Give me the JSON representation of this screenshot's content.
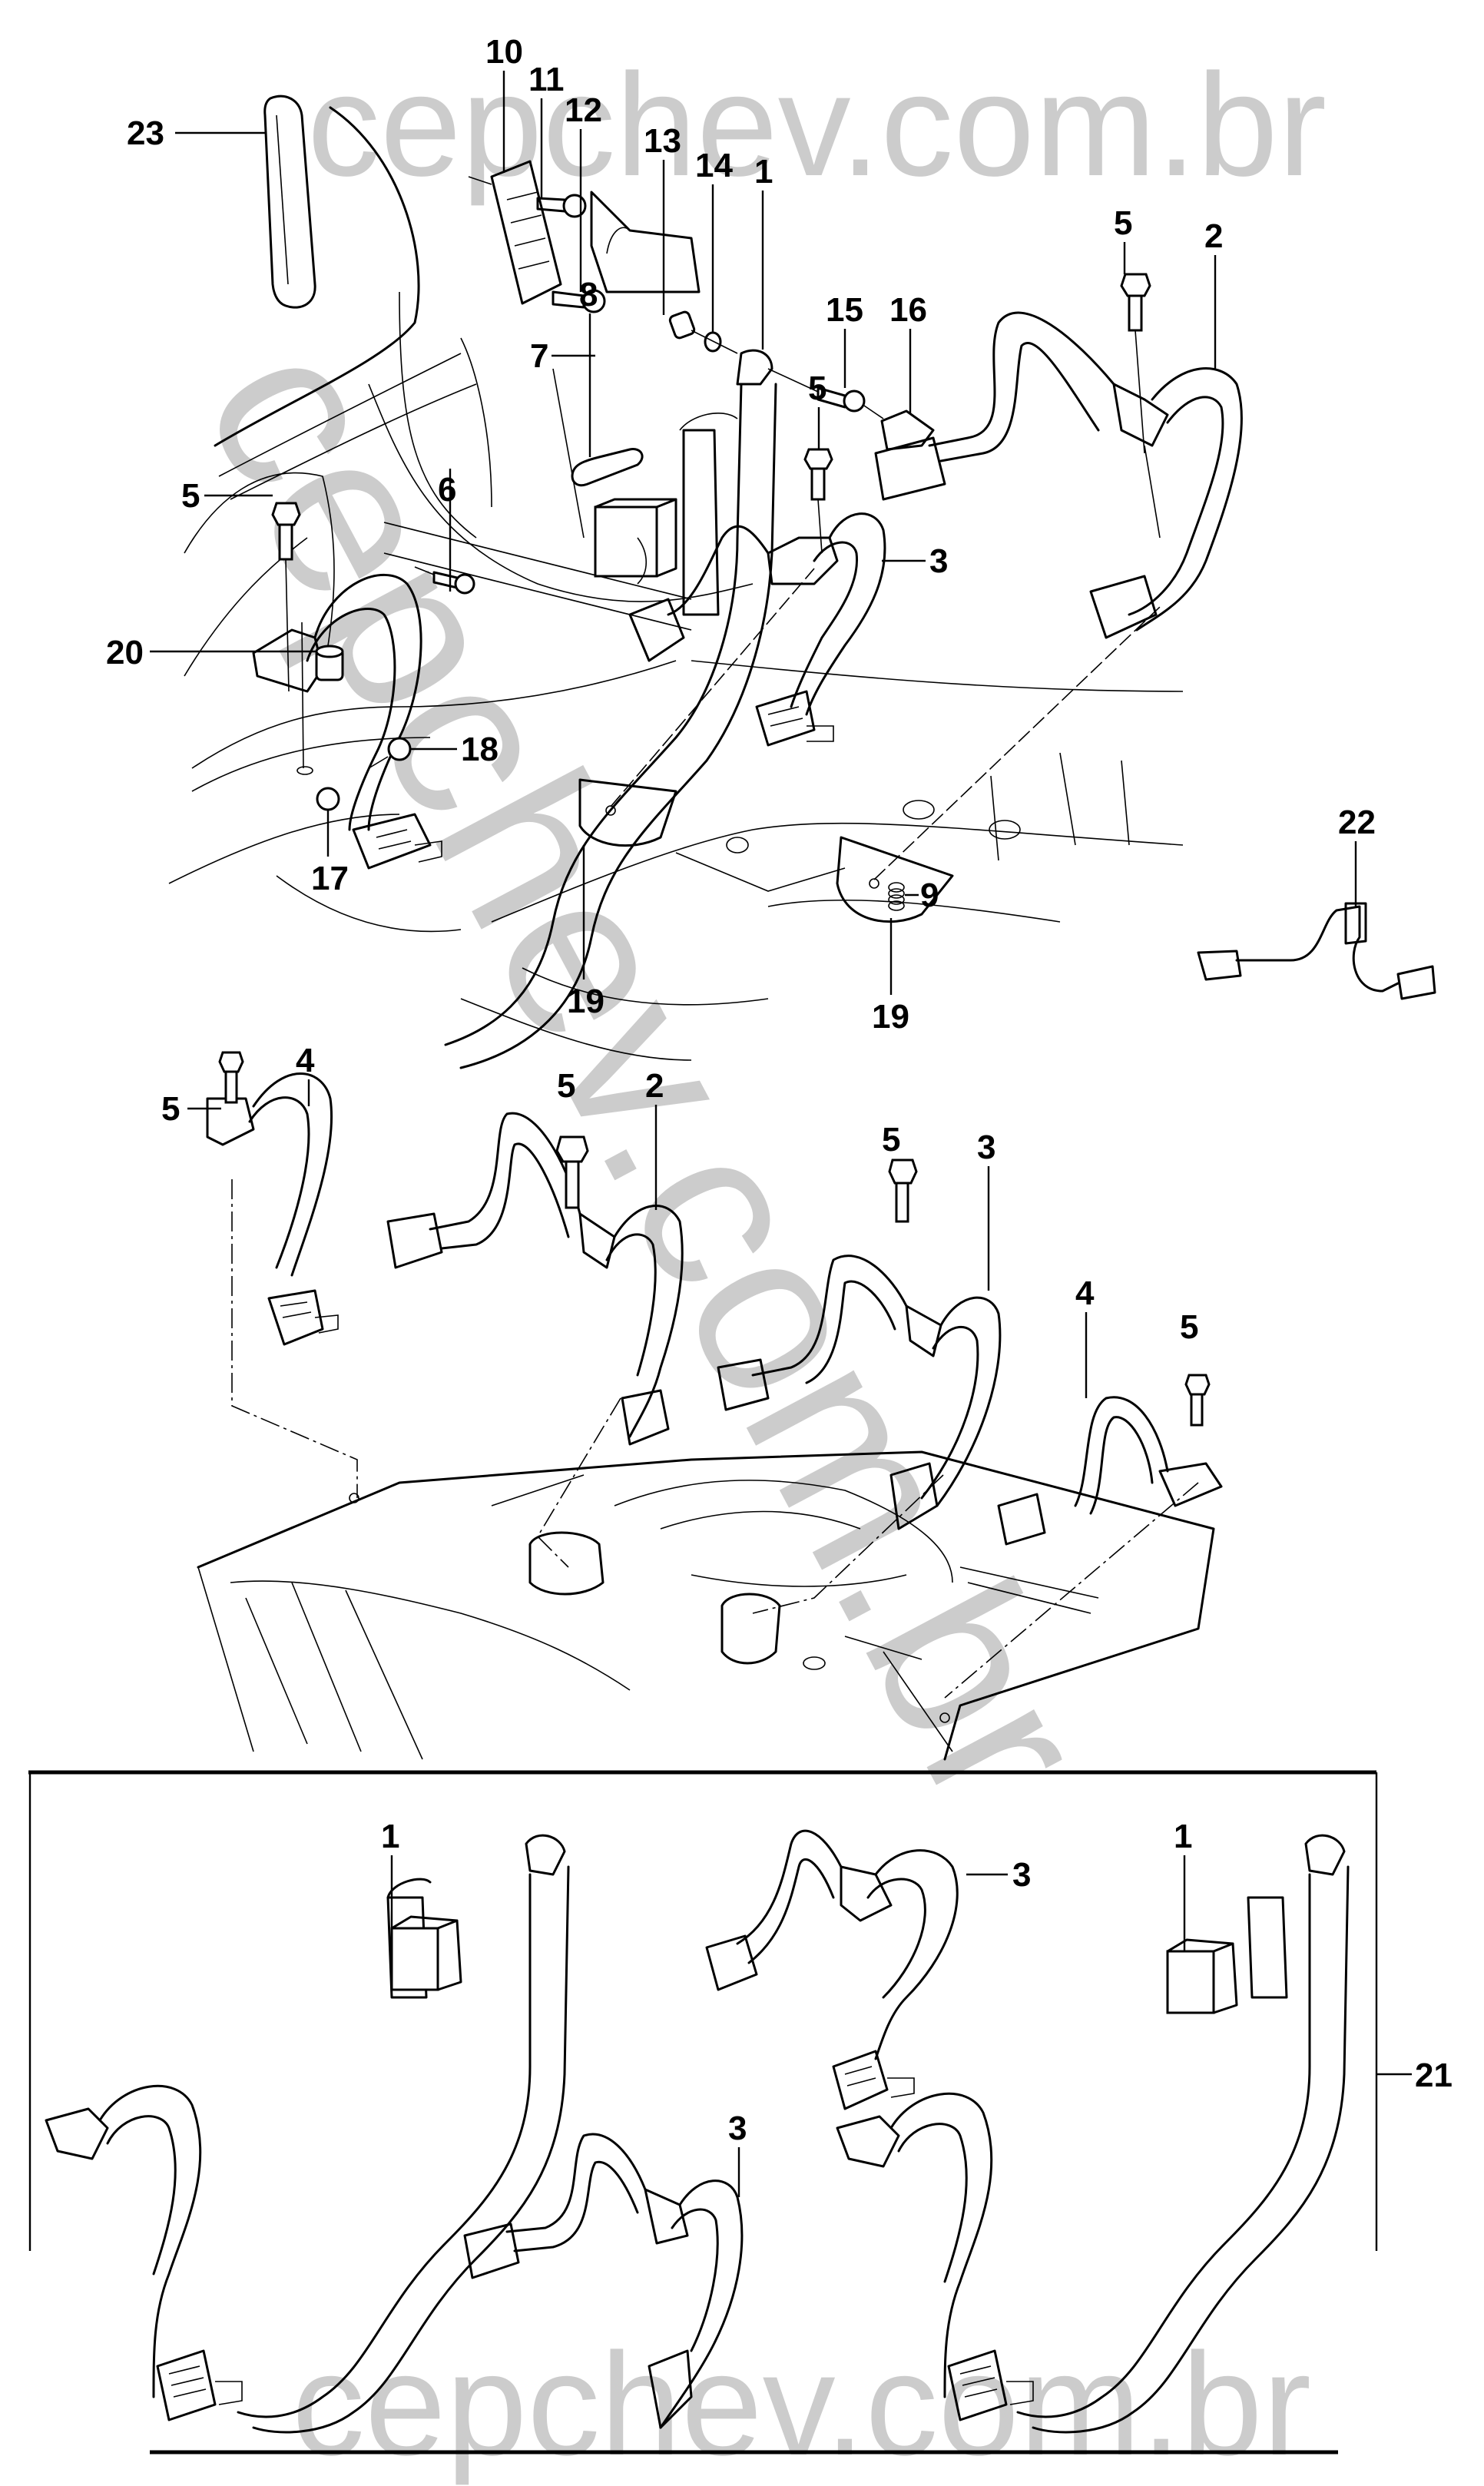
{
  "diagram": {
    "title": "Seat belt assembly exploded view",
    "watermark": {
      "top_text": "cepchev.com.br",
      "bottom_text": "cepchev.com.br",
      "diagonal_text": "cepchev.com.br",
      "color": "#cccccc"
    },
    "sections": {
      "upper": {
        "callouts": [
          {
            "id": "23",
            "label": "23"
          },
          {
            "id": "10",
            "label": "10"
          },
          {
            "id": "11",
            "label": "11"
          },
          {
            "id": "12",
            "label": "12"
          },
          {
            "id": "13",
            "label": "13"
          },
          {
            "id": "14",
            "label": "14"
          },
          {
            "id": "1",
            "label": "1"
          },
          {
            "id": "15",
            "label": "15"
          },
          {
            "id": "16",
            "label": "16"
          },
          {
            "id": "5a",
            "label": "5"
          },
          {
            "id": "2",
            "label": "2"
          },
          {
            "id": "8",
            "label": "8"
          },
          {
            "id": "7",
            "label": "7"
          },
          {
            "id": "5b",
            "label": "5"
          },
          {
            "id": "6",
            "label": "6"
          },
          {
            "id": "5c",
            "label": "5"
          },
          {
            "id": "3",
            "label": "3"
          },
          {
            "id": "20",
            "label": "20"
          },
          {
            "id": "18",
            "label": "18"
          },
          {
            "id": "17",
            "label": "17"
          },
          {
            "id": "19a",
            "label": "19"
          },
          {
            "id": "19b",
            "label": "19"
          },
          {
            "id": "9",
            "label": "9"
          },
          {
            "id": "22",
            "label": "22"
          }
        ]
      },
      "middle": {
        "callouts": [
          {
            "id": "4a",
            "label": "4"
          },
          {
            "id": "5d",
            "label": "5"
          },
          {
            "id": "5e",
            "label": "5"
          },
          {
            "id": "2b",
            "label": "2"
          },
          {
            "id": "5f",
            "label": "5"
          },
          {
            "id": "3b",
            "label": "3"
          },
          {
            "id": "4b",
            "label": "4"
          },
          {
            "id": "5g",
            "label": "5"
          }
        ]
      },
      "kit_box": {
        "kit_callout": "21",
        "callouts": [
          {
            "id": "1a",
            "label": "1"
          },
          {
            "id": "3c",
            "label": "3"
          },
          {
            "id": "1b",
            "label": "1"
          },
          {
            "id": "3d",
            "label": "3"
          }
        ]
      }
    }
  }
}
